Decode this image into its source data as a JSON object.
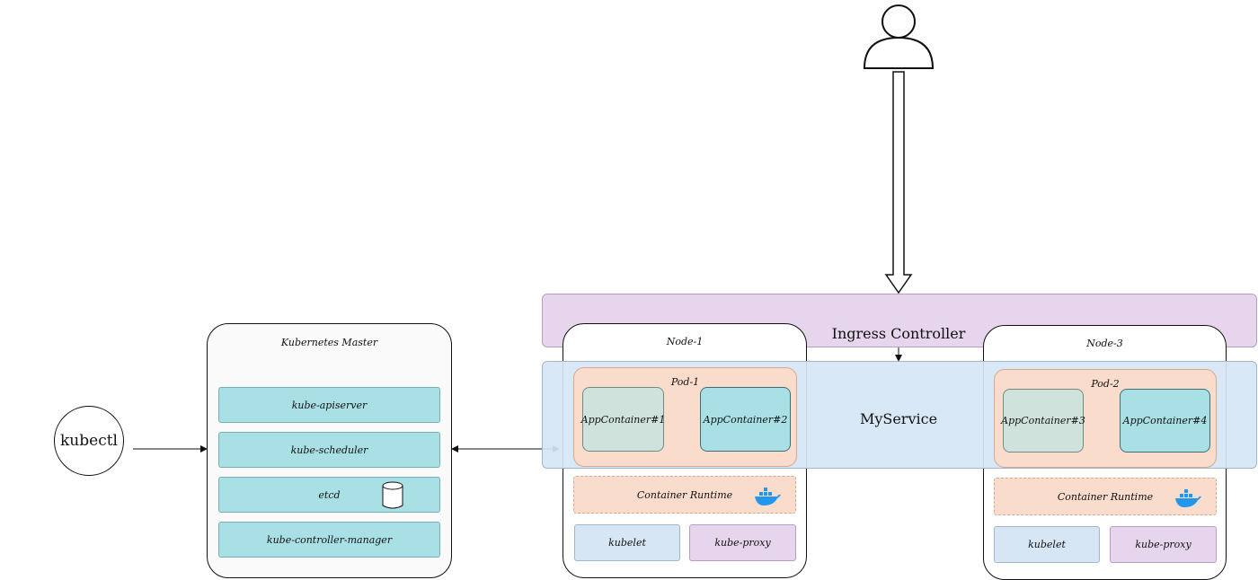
{
  "user_icon": "user-icon",
  "kubectl": {
    "label": "kubectl"
  },
  "master": {
    "title": "Kubernetes Master",
    "components": [
      "kube-apiserver",
      "kube-scheduler",
      "etcd",
      "kube-controller-manager"
    ],
    "etcd_icon": "database-icon"
  },
  "ingress": {
    "label": "Ingress Controller",
    "color": "#e6d5ec"
  },
  "service": {
    "label": "MyService",
    "color": "#d6e6f5"
  },
  "node1": {
    "title": "Node-1",
    "pod": {
      "title": "Pod-1",
      "containers": [
        "AppContainer#1",
        "AppContainer#2"
      ]
    },
    "runtime": "Container Runtime",
    "kubelet": "kubelet",
    "proxy": "kube-proxy"
  },
  "node3": {
    "title": "Node-3",
    "pod": {
      "title": "Pod-2",
      "containers": [
        "AppContainer#3",
        "AppContainer#4"
      ]
    },
    "runtime": "Container Runtime",
    "kubelet": "kubelet",
    "proxy": "kube-proxy"
  },
  "colors": {
    "component": "#a8e0e6",
    "pod": "#f9dccb",
    "container_gray": "#cfe3dc",
    "container_cyan": "#a8e0e6",
    "kubelet": "#d6e6f5",
    "proxy": "#e6d5ec",
    "docker": "#2396ed"
  },
  "runtime_icon": "docker-whale-icon"
}
